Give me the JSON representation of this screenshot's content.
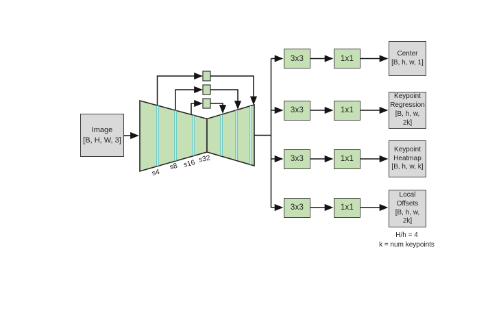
{
  "diagram_title": "keypoint-detection-network-architecture",
  "colors": {
    "node_green": "#c5e0b4",
    "node_gray": "#d9d9d9",
    "border_dark": "#3f3f3f",
    "divider_teal": "#5cc4c6",
    "connector_black": "#141414",
    "background": "#ffffff"
  },
  "input": {
    "line1": "Image",
    "line2": "[B, H, W, 3]"
  },
  "backbone": {
    "stages": [
      "s4",
      "s8",
      "s16",
      "s32"
    ],
    "skip_nodes": 3
  },
  "heads": [
    {
      "conv1": "3x3",
      "conv2": "1x1",
      "output": {
        "lines": [
          "Center",
          "[B, h, w, 1]"
        ]
      }
    },
    {
      "conv1": "3x3",
      "conv2": "1x1",
      "output": {
        "lines": [
          "Keypoint",
          "Regression",
          "[B, h, w, 2k]"
        ]
      }
    },
    {
      "conv1": "3x3",
      "conv2": "1x1",
      "output": {
        "lines": [
          "Keypoint",
          "Heatmap",
          "[B, h, w, k]"
        ]
      }
    },
    {
      "conv1": "3x3",
      "conv2": "1x1",
      "output": {
        "lines": [
          "Local",
          "Offsets",
          "[B, h, w, 2k]"
        ]
      }
    }
  ],
  "annotations": {
    "line1": "H/h = 4",
    "line2": "k = num keypoints"
  }
}
